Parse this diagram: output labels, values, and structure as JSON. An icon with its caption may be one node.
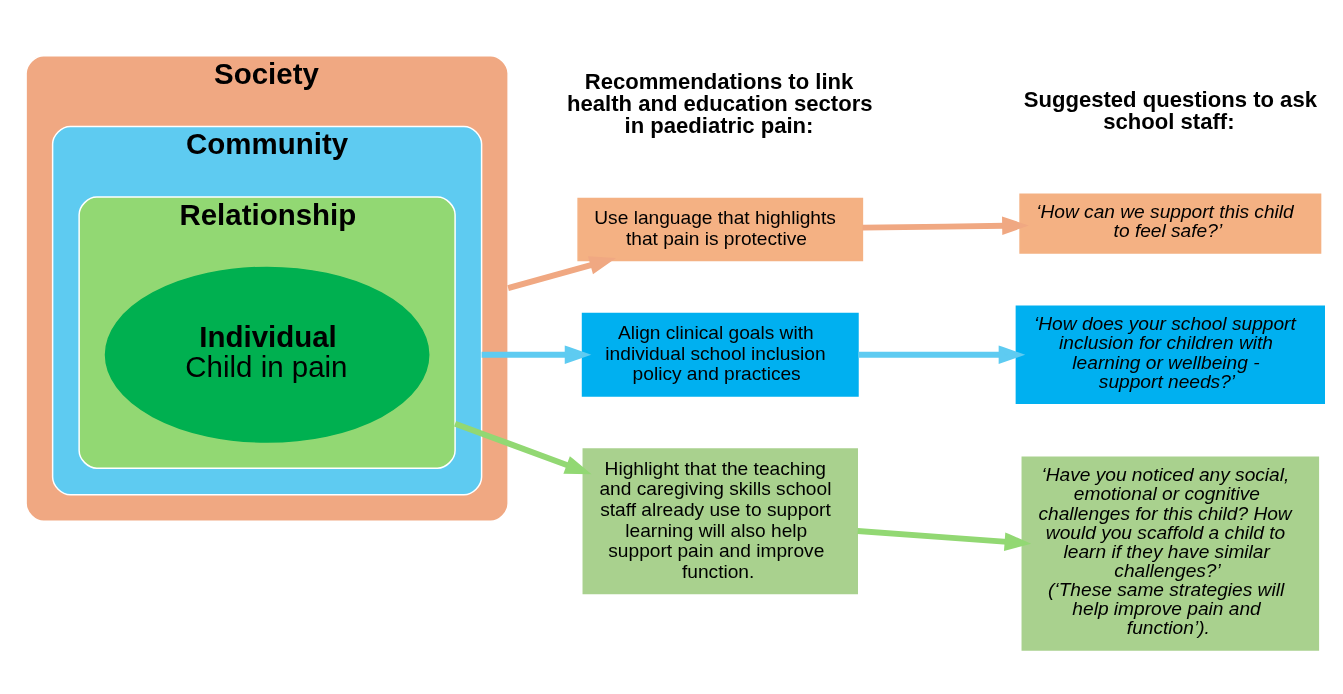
{
  "diagram": {
    "nodes": [
      {
        "text": [
          "Society"
        ]
      },
      {
        "text": [
          "Community"
        ],
        "in": 0
      },
      {
        "text": [
          "Relationship"
        ],
        "in": 1
      },
      {
        "text": [
          "Individual",
          "Child in pain"
        ],
        "in": 2
      },
      {
        "text": [
          "Use language that highlights that pain is protective"
        ]
      },
      {
        "text": [
          "Align clinical goals with individual school inclusion policy and practices"
        ]
      },
      {
        "text": [
          "Highlight that the teaching and caregiving skills school staff already use to support learning will also help support pain and improve function."
        ]
      },
      {
        "text": [
          "‘How can we support this child to feel safe?’"
        ]
      },
      {
        "text": [
          "‘How does your school support inclusion for children with learning or wellbeing - support needs?’"
        ]
      },
      {
        "text": [
          "‘Have you noticed any social, emotional or cognitive challenges for this child? How would you scaffold a child to learn if they have similar challenges?’",
          "(‘These same strategies will help improve pain and function’)."
        ]
      }
    ],
    "edges": [
      {
        "from": 0,
        "to": 4,
        "arrow": "to",
        "color": "#f0a882"
      },
      {
        "from": 4,
        "to": 7,
        "arrow": "to",
        "color": "#f0a882"
      },
      {
        "from": 1,
        "to": 5,
        "arrow": "to",
        "color": "#5ecbf1"
      },
      {
        "from": 5,
        "to": 8,
        "arrow": "to",
        "color": "#5ecbf1"
      },
      {
        "from": 2,
        "to": 6,
        "arrow": "to",
        "color": "#92d873"
      },
      {
        "from": 6,
        "to": 9,
        "arrow": "to",
        "color": "#92d873"
      }
    ],
    "labels": [
      "Recommendations to link health and education sectors in paediatric pain:",
      "Suggested questions to ask school staff:"
    ]
  }
}
